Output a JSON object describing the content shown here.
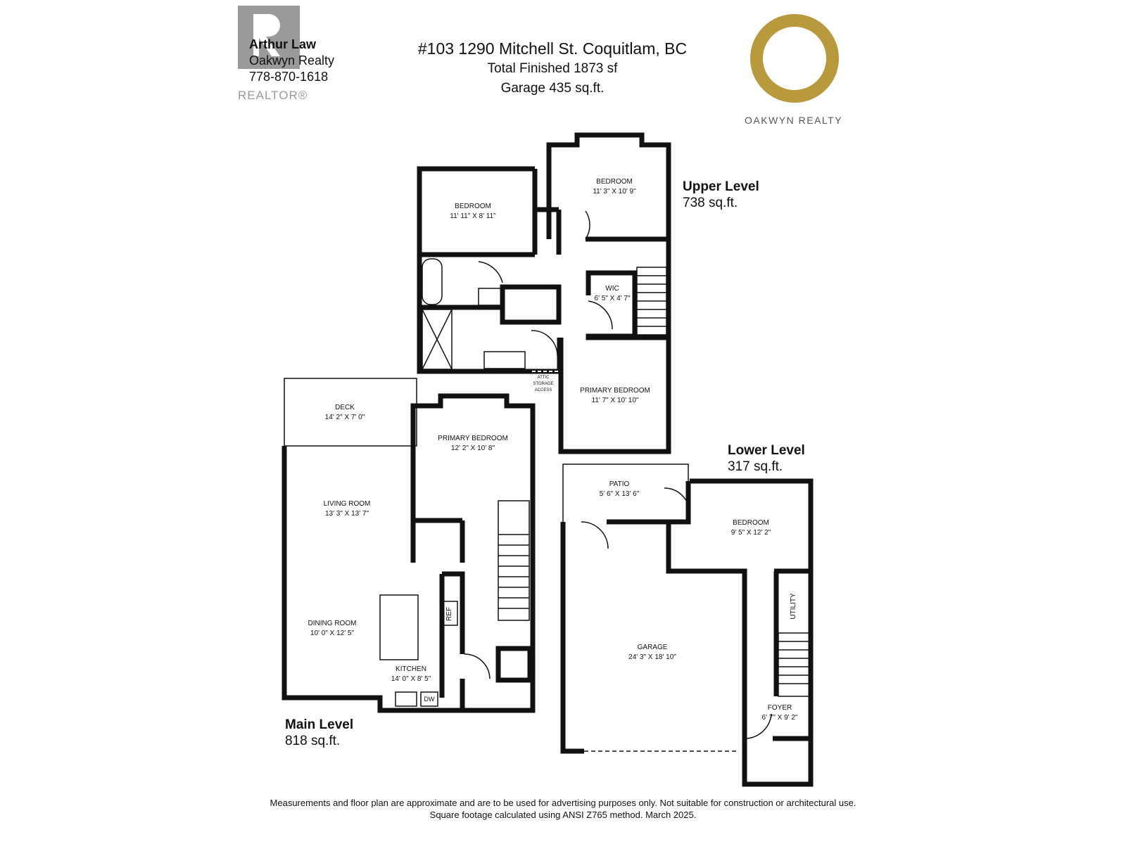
{
  "agent": {
    "name": "Arthur Law",
    "company": "Oakwyn Realty",
    "phone": "778-870-1618",
    "realtor_mark": "REALTOR®"
  },
  "header": {
    "address": "#103 1290 Mitchell St. Coquitlam, BC",
    "total": "Total Finished   1873 sf",
    "garage": "Garage  435 sq.ft."
  },
  "brand": {
    "name": "OAKWYN REALTY",
    "color": "#b89a3c"
  },
  "levels": {
    "upper": {
      "name": "Upper Level",
      "area": "738 sq.ft."
    },
    "main": {
      "name": "Main Level",
      "area": "818 sq.ft."
    },
    "lower": {
      "name": "Lower Level",
      "area": "317 sq.ft."
    }
  },
  "rooms": {
    "upper_bedroom_1": {
      "name": "BEDROOM",
      "size": "11' 11\" X 8' 11\""
    },
    "upper_bedroom_2": {
      "name": "BEDROOM",
      "size": "11' 3\" X 10' 9\""
    },
    "wic": {
      "name": "WIC",
      "size": "6' 5\" X 4' 7\""
    },
    "upper_primary": {
      "name": "PRIMARY BEDROOM",
      "size": "11' 7\" X 10' 10\""
    },
    "attic": {
      "name": "ATTIC STORAGE ACCESS"
    },
    "deck": {
      "name": "DECK",
      "size": "14' 2\" X 7' 0\""
    },
    "main_primary": {
      "name": "PRIMARY BEDROOM",
      "size": "12' 2\" X 10' 8\""
    },
    "living": {
      "name": "LIVING ROOM",
      "size": "13' 3\" X 13' 7\""
    },
    "dining": {
      "name": "DINING ROOM",
      "size": "10' 0\" X 12' 5\""
    },
    "kitchen": {
      "name": "KITCHEN",
      "size": "14' 0\" X 8' 5\""
    },
    "ref": {
      "name": "REF"
    },
    "dw": {
      "name": "DW"
    },
    "patio": {
      "name": "PATIO",
      "size": "5' 6\" X 13' 6\""
    },
    "lower_bedroom": {
      "name": "BEDROOM",
      "size": "9' 5\" X 12' 2\""
    },
    "garage": {
      "name": "GARAGE",
      "size": "24' 3\" X 18' 10\""
    },
    "utility": {
      "name": "UTILITY"
    },
    "foyer": {
      "name": "FOYER",
      "size": "6' 7\" X 9' 2\""
    }
  },
  "footer": {
    "line1": "Measurements and floor plan are approximate and are to be used for advertising purposes only. Not suitable for construction or architectural use.",
    "line2": "Square footage calculated using ANSI Z765 method. March 2025."
  }
}
